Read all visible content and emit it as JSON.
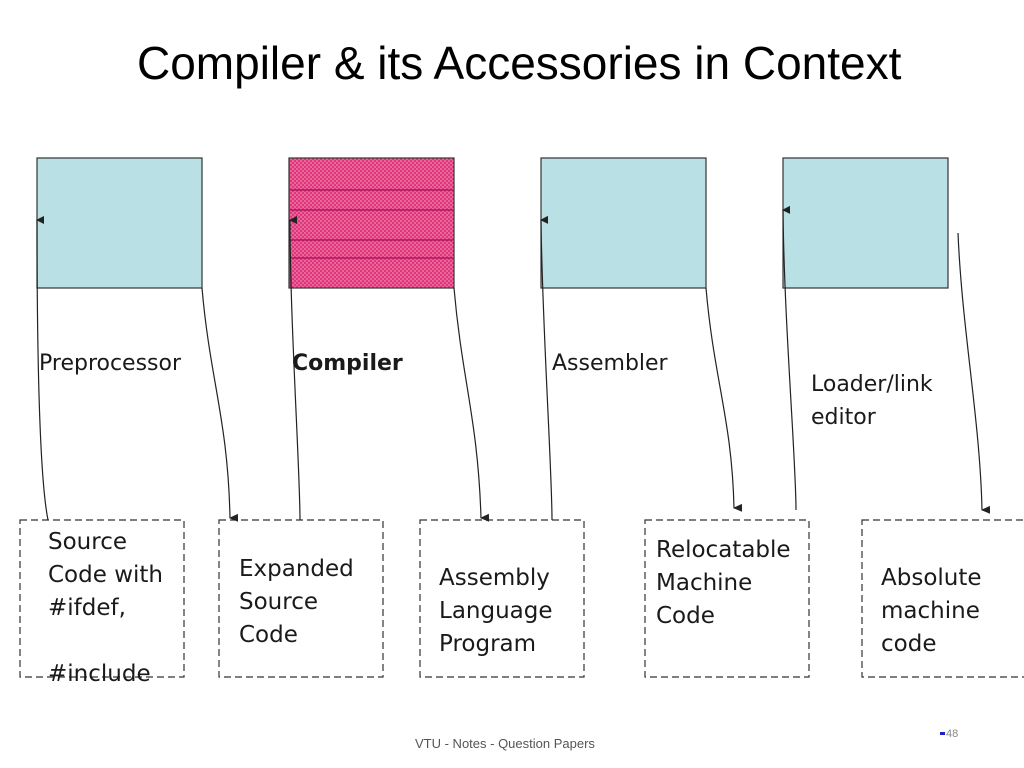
{
  "title": "Compiler & its Accessories in Context",
  "tools": [
    {
      "label": "Preprocessor",
      "fill": "#b9e0e4",
      "bold": false
    },
    {
      "label": "Compiler",
      "fill": "#e0357a",
      "bold": true
    },
    {
      "label": "Assembler",
      "fill": "#b9e0e4",
      "bold": false
    },
    {
      "label": "Loader/link\neditor",
      "fill": "#b9e0e4",
      "bold": false
    }
  ],
  "artifacts": [
    {
      "text": "Source\nCode with\n#ifdef,\n\n#include"
    },
    {
      "text": "Expanded\nSource\nCode"
    },
    {
      "text": "Assembly\nLanguage\nProgram"
    },
    {
      "text": "Relocatable\nMachine\nCode"
    },
    {
      "text": "Absolute\nmachine\ncode"
    }
  ],
  "footer": "VTU - Notes - Question Papers",
  "page_number": "48",
  "colors": {
    "tool_box": "#b9e0e4",
    "compiler_box": "#e0357a",
    "page_marker": "#1f1fcc"
  }
}
